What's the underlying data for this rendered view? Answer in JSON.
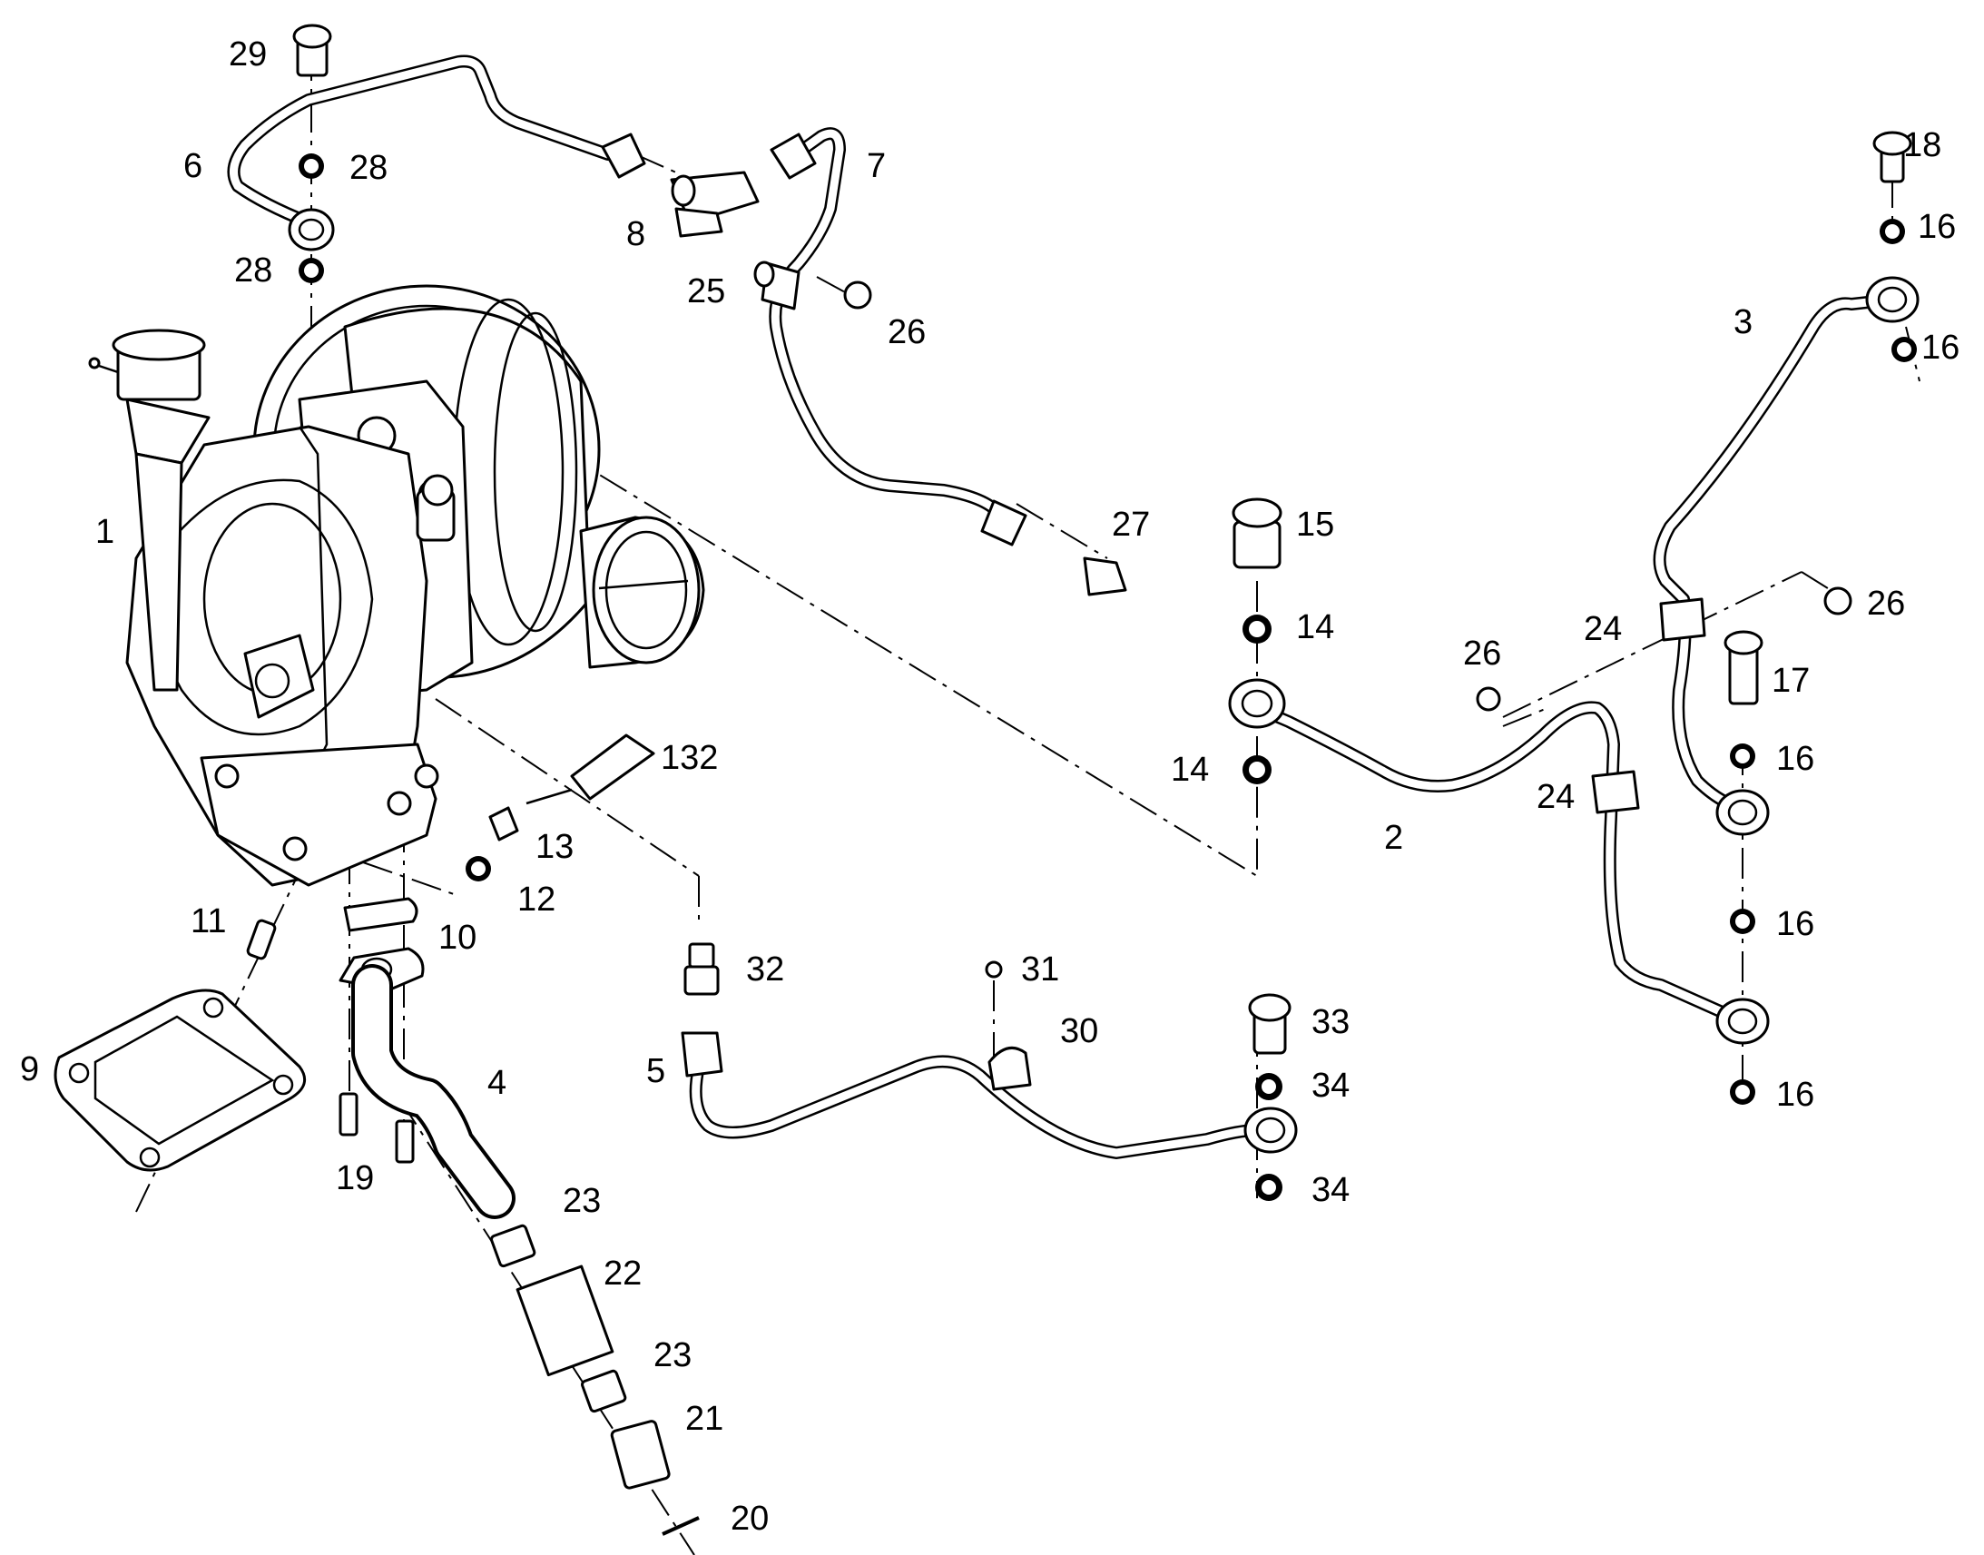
{
  "callouts": [
    "1",
    "2",
    "3",
    "4",
    "5",
    "6",
    "7",
    "8",
    "9",
    "10",
    "11",
    "12",
    "13",
    "14",
    "14",
    "15",
    "16",
    "16",
    "16",
    "16",
    "16",
    "17",
    "18",
    "19",
    "20",
    "21",
    "22",
    "23",
    "23",
    "24",
    "24",
    "25",
    "26",
    "26",
    "26",
    "27",
    "28",
    "28",
    "29",
    "30",
    "31",
    "32",
    "33",
    "34",
    "34",
    "132"
  ]
}
